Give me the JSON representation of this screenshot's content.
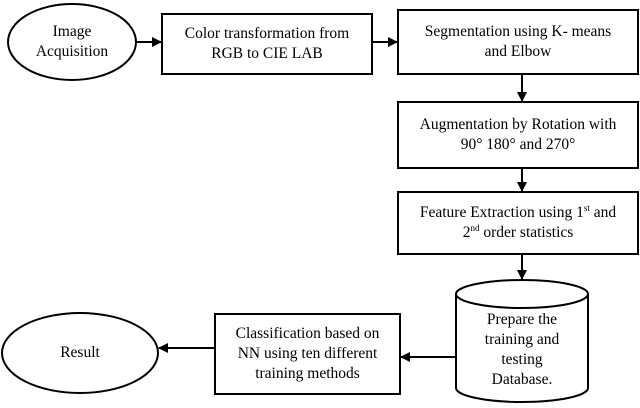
{
  "nodes": {
    "image_acquisition": {
      "line1": "Image",
      "line2": "Acquisition"
    },
    "color_transformation": {
      "line1": "Color transformation from",
      "line2": "RGB to CIE LAB"
    },
    "segmentation": {
      "line1": "Segmentation using K- means",
      "line2": "and Elbow"
    },
    "augmentation": {
      "line1": "Augmentation by Rotation with",
      "line2": "90° 180° and 270°"
    },
    "feature_extraction": {
      "line1_a": "Feature Extraction using 1",
      "line1_sup": "st",
      "line1_b": " and",
      "line2_a": "2",
      "line2_sup": "nd",
      "line2_b": " order statistics"
    },
    "database": {
      "line1": "Prepare the",
      "line2": "training and",
      "line3": "testing",
      "line4": "Database."
    },
    "classification": {
      "line1": "Classification based on",
      "line2": "NN using ten different",
      "line3": "training methods"
    },
    "result": {
      "label": "Result"
    }
  }
}
